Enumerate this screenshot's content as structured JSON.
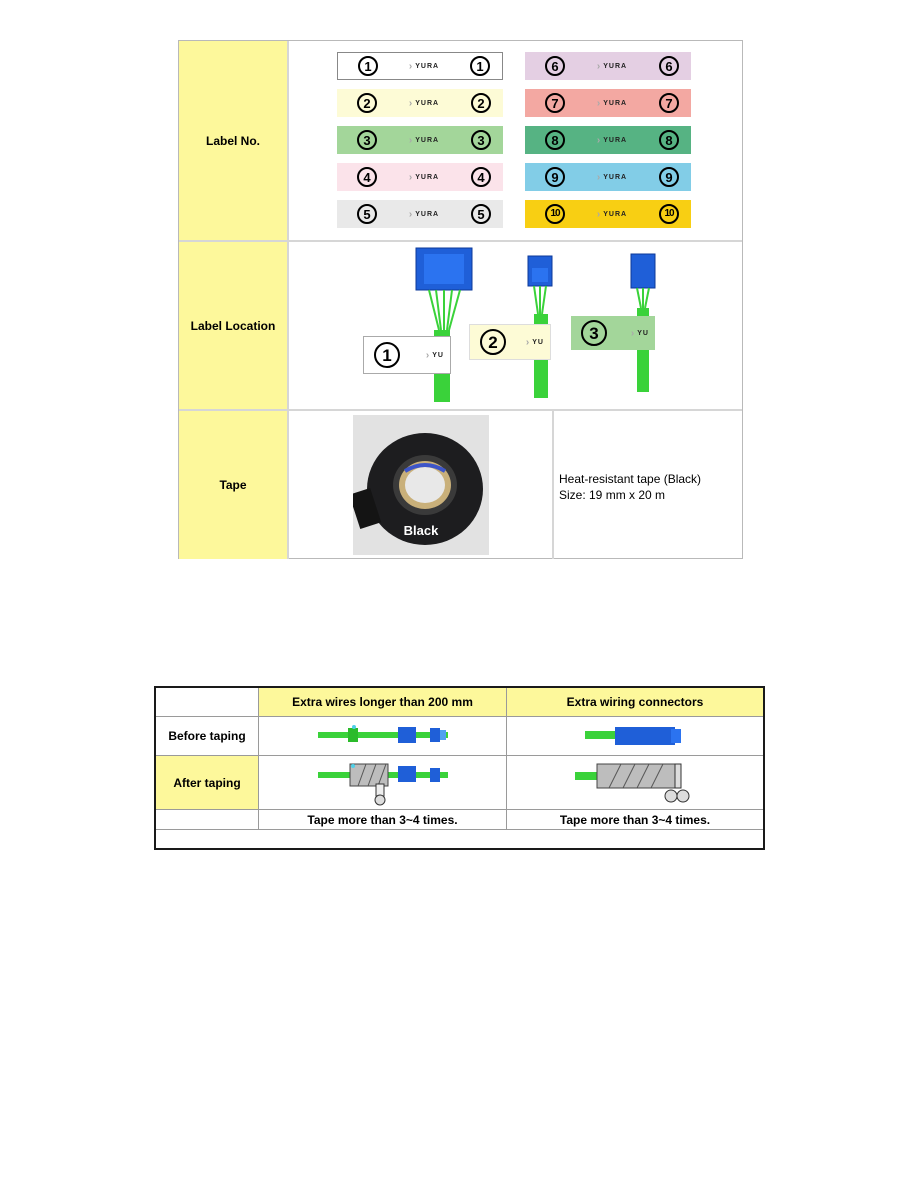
{
  "top_table": {
    "rows": [
      {
        "header": "Label No."
      },
      {
        "header": "Label Location"
      },
      {
        "header": "Tape"
      }
    ],
    "labels": [
      {
        "num": "1",
        "brand": "YURA",
        "color": "#ffffff"
      },
      {
        "num": "2",
        "brand": "YURA",
        "color": "#fdfbd6"
      },
      {
        "num": "3",
        "brand": "YURA",
        "color": "#a3d69a"
      },
      {
        "num": "4",
        "brand": "YURA",
        "color": "#fbe3ea"
      },
      {
        "num": "5",
        "brand": "YURA",
        "color": "#e9e9e9"
      },
      {
        "num": "6",
        "brand": "YURA",
        "color": "#e4cfe3"
      },
      {
        "num": "7",
        "brand": "YURA",
        "color": "#f3a8a2"
      },
      {
        "num": "8",
        "brand": "YURA",
        "color": "#56b383"
      },
      {
        "num": "9",
        "brand": "YURA",
        "color": "#82cde7"
      },
      {
        "num": "10",
        "brand": "YURA",
        "color": "#f8cf13"
      }
    ],
    "location_labels": [
      {
        "num": "1",
        "brand": "YU"
      },
      {
        "num": "2",
        "brand": "YU"
      },
      {
        "num": "3",
        "brand": "YU"
      }
    ],
    "tape_photo_caption": "Black",
    "tape_desc_line1": "Heat-resistant tape (Black)",
    "tape_desc_line2": "Size: 19 mm x 20 m"
  },
  "bottom_table": {
    "col1_header": "Extra wires longer than 200 mm",
    "col2_header": "Extra wiring connectors",
    "row_before": "Before taping",
    "row_after": "After taping",
    "note1": "Tape more than 3~4 times.",
    "note2": "Tape more than 3~4 times."
  },
  "colors": {
    "header_yellow": "#fdf89b",
    "wire_green": "#3ad23a",
    "connector_blue": "#1f5fd8"
  }
}
